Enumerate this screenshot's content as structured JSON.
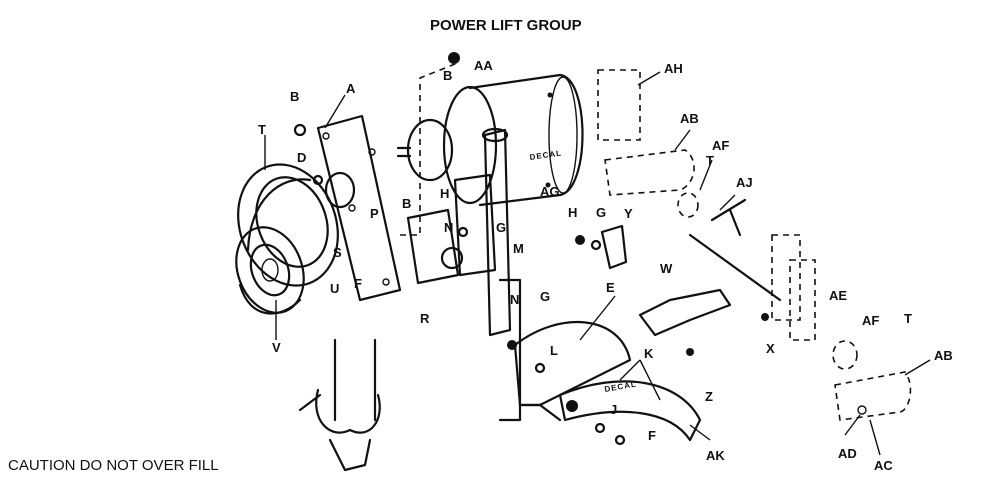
{
  "title": "POWER LIFT GROUP",
  "caution": "CAUTION DO NOT OVER FILL",
  "decal_text": "DECAL",
  "labels": {
    "A": "A",
    "AA": "AA",
    "AH": "AH",
    "AB1": "AB",
    "AF1": "AF",
    "T1": "T",
    "AJ": "AJ",
    "AG": "AG",
    "B1": "B",
    "B2": "B",
    "T2": "T",
    "D": "D",
    "H1": "H",
    "N1": "N",
    "P": "P",
    "B3": "B",
    "G1": "G",
    "M": "M",
    "R": "R",
    "S": "S",
    "U": "U",
    "F1": "F",
    "V": "V",
    "H2": "H",
    "G2": "G",
    "Y": "Y",
    "W": "W",
    "E": "E",
    "N2": "N",
    "G3": "G",
    "L": "L",
    "K": "K",
    "J": "J",
    "F2": "F",
    "AK": "AK",
    "Z": "Z",
    "X": "X",
    "AE": "AE",
    "AF2": "AF",
    "T3": "T",
    "AB2": "AB",
    "AD": "AD",
    "AC": "AC"
  }
}
